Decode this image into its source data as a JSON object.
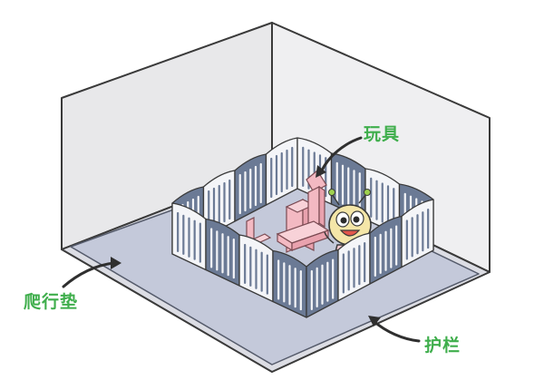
{
  "labels": {
    "toys": "玩具",
    "crawling_mat": "爬行垫",
    "fence": "护栏"
  },
  "colors": {
    "label": "#3fae4c",
    "wall_left": "#e8e8ea",
    "wall_right": "#eeeef0",
    "floor": "#dcdde4",
    "mat": "#c3c8d9",
    "fence_dark": "#6b7a95",
    "fence_light": "#f4f5f8",
    "blocks": "#f3b9c2",
    "outline": "#3a3a3a"
  },
  "icons": {
    "mascot": "cartoon-bee-character",
    "arrow": "curved-arrow"
  }
}
